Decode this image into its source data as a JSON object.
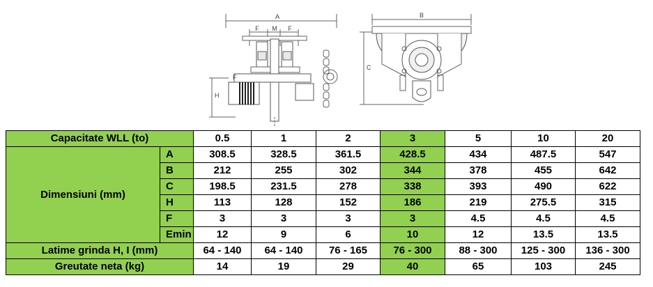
{
  "colors": {
    "highlight": "#92d050",
    "grid": "#000000",
    "drawing_line": "#606060"
  },
  "drawing_left": {
    "dim_A": "A",
    "dim_M": "M",
    "dim_F_left": "F",
    "dim_F_right": "F",
    "dim_H": "H",
    "dim_F_side": "F"
  },
  "drawing_right": {
    "dim_B": "B",
    "dim_C": "C"
  },
  "table": {
    "capacity_label": "Capacitate WLL (to)",
    "capacities": [
      "0.5",
      "1",
      "2",
      "3",
      "5",
      "10",
      "20"
    ],
    "dimensions_label": "Dimensiuni (mm)",
    "dimension_rows": [
      {
        "param": "A",
        "values": [
          "308.5",
          "328.5",
          "361.5",
          "428.5",
          "434",
          "487.5",
          "547"
        ]
      },
      {
        "param": "B",
        "values": [
          "212",
          "255",
          "302",
          "344",
          "378",
          "455",
          "642"
        ]
      },
      {
        "param": "C",
        "values": [
          "198.5",
          "231.5",
          "278",
          "338",
          "393",
          "490",
          "622"
        ]
      },
      {
        "param": "H",
        "values": [
          "113",
          "128",
          "152",
          "186",
          "219",
          "275.5",
          "315"
        ]
      },
      {
        "param": "F",
        "values": [
          "3",
          "3",
          "3",
          "3",
          "4.5",
          "4.5",
          "4.5"
        ]
      },
      {
        "param": "Emin",
        "values": [
          "12",
          "9",
          "6",
          "10",
          "12",
          "13.5",
          "13.5"
        ]
      }
    ],
    "beam_label": "Latime grinda H, I (mm)",
    "beam_values": [
      "64 - 140",
      "64 - 140",
      "76 - 165",
      "76 - 300",
      "88 - 300",
      "125 - 300",
      "136 - 300"
    ],
    "weight_label": "Greutate neta (kg)",
    "weight_values": [
      "14",
      "19",
      "29",
      "40",
      "65",
      "103",
      "245"
    ]
  }
}
